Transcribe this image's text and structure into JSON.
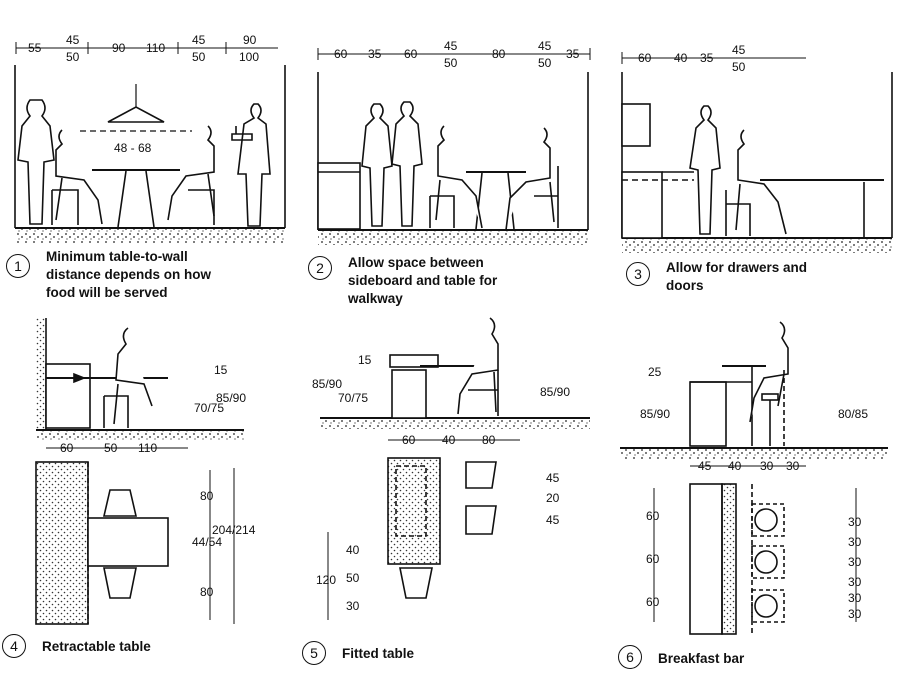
{
  "panels": [
    {
      "number": "1",
      "caption_lines": [
        "Minimum table-to-wall",
        "distance depends on how",
        "food will be served"
      ],
      "top_dims": [
        "55",
        "90",
        "110",
        "90"
      ],
      "top_fracs": [
        [
          "45",
          "50"
        ],
        [
          "45",
          "50"
        ]
      ],
      "frac_100": "100",
      "height_label": "48 - 68"
    },
    {
      "number": "2",
      "caption_lines": [
        "Allow space between",
        "sideboard and table for",
        "walkway"
      ],
      "top_dims": [
        "60",
        "35",
        "60",
        "80",
        "35"
      ],
      "top_fracs": [
        [
          "45",
          "50"
        ],
        [
          "45",
          "50"
        ]
      ]
    },
    {
      "number": "3",
      "caption_lines": [
        "Allow for drawers and",
        "doors"
      ],
      "top_dims": [
        "60",
        "40",
        "35"
      ],
      "top_fracs": [
        [
          "45",
          "50"
        ]
      ]
    },
    {
      "number": "4",
      "caption_lines": [
        "Retractable table"
      ],
      "elev_dims": [
        "15",
        "85/90",
        "70/75"
      ],
      "plan_top_dims": [
        "60",
        "50",
        "110"
      ],
      "plan_side_dims": [
        "80",
        "44/54",
        "80",
        "204/214"
      ]
    },
    {
      "number": "5",
      "caption_lines": [
        "Fitted table"
      ],
      "elev_dims": [
        "15",
        "85/90",
        "70/75",
        "85/90"
      ],
      "plan_top_dims": [
        "60",
        "40",
        "80"
      ],
      "plan_right_dims": [
        "45",
        "20",
        "45"
      ],
      "plan_left_dims": [
        "120",
        "40",
        "50",
        "30"
      ]
    },
    {
      "number": "6",
      "caption_lines": [
        "Breakfast bar"
      ],
      "elev_dims": [
        "25",
        "85/90",
        "80/85"
      ],
      "plan_top_dims": [
        "45",
        "40",
        "30",
        "30"
      ],
      "plan_left_dims": [
        "60",
        "60",
        "60"
      ],
      "plan_right_dims": [
        "30",
        "30",
        "30",
        "30",
        "30",
        "30"
      ]
    }
  ]
}
